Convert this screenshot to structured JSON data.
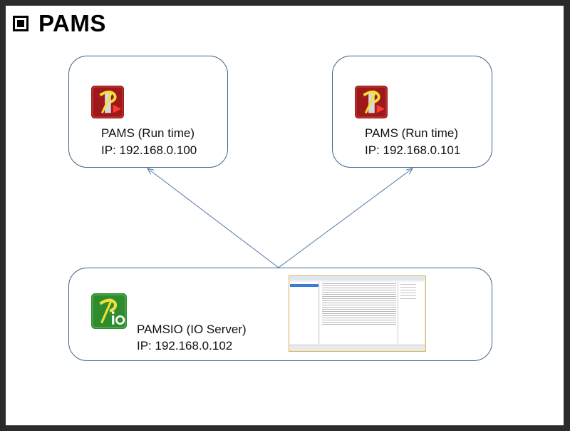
{
  "header": {
    "title": "PAMS"
  },
  "nodes": [
    {
      "label": "PAMS (Run time)",
      "ip": "IP: 192.168.0.100",
      "icon": "pams-runtime-icon"
    },
    {
      "label": "PAMS (Run time)",
      "ip": "IP: 192.168.0.101",
      "icon": "pams-runtime-icon"
    },
    {
      "label": "PAMSIO (IO Server)",
      "ip": "IP: 192.168.0.102",
      "icon": "pamsio-icon"
    }
  ],
  "colors": {
    "node_border": "#3f6388",
    "connector": "#4f77a8",
    "runtime_icon": "#a0191a",
    "io_icon": "#2e8b2e"
  }
}
